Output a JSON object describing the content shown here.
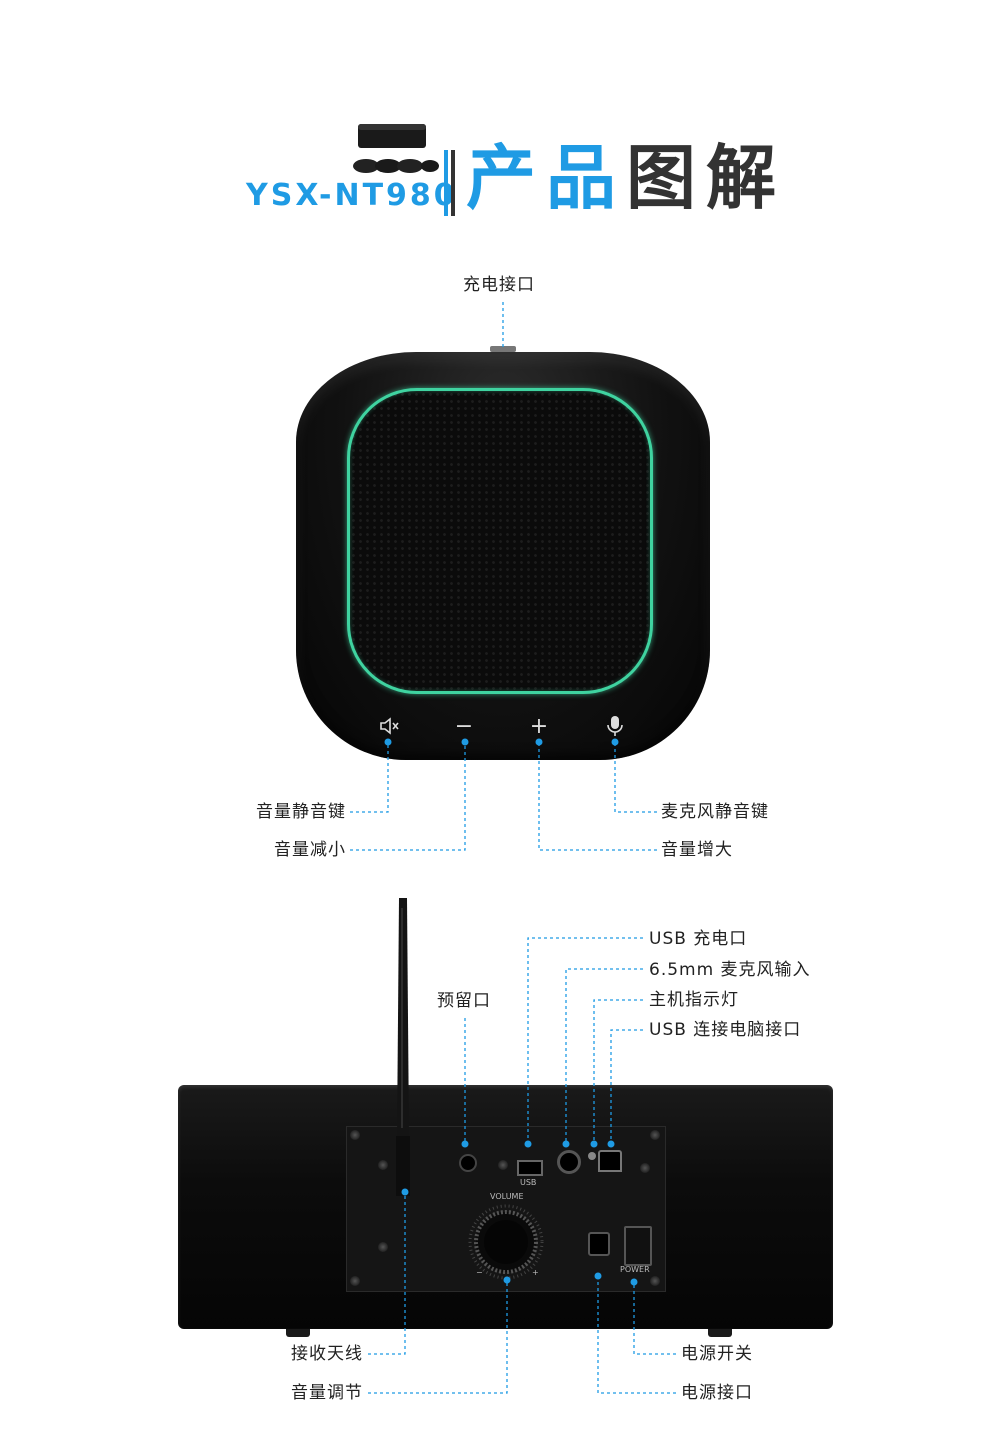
{
  "header": {
    "model": "YSX-NT980",
    "title_part1": "产品",
    "title_part2": "图解"
  },
  "front": {
    "top_label": "充电接口",
    "labels": {
      "speaker_mute": "音量静音键",
      "volume_down": "音量减小",
      "mic_mute": "麦克风静音键",
      "volume_up": "音量增大"
    },
    "buttons": {
      "minus": "−",
      "plus": "+"
    }
  },
  "back": {
    "labels": {
      "usb_charge": "USB 充电口",
      "mic_input": "6.5mm 麦克风输入",
      "indicator": "主机指示灯",
      "usb_pc": "USB 连接电脑接口",
      "reserved": "预留口",
      "antenna": "接收天线",
      "volume_knob": "音量调节",
      "power_switch": "电源开关",
      "power_port": "电源接口"
    },
    "panel": {
      "usb": "USB",
      "volume": "VOLUME",
      "power": "POWER",
      "minus": "−",
      "plus": "+"
    }
  },
  "colors": {
    "accent": "#1f9be4",
    "title_dark": "#333333",
    "grill_ring": "#3fd3a0",
    "leader": "#1f9be4"
  }
}
